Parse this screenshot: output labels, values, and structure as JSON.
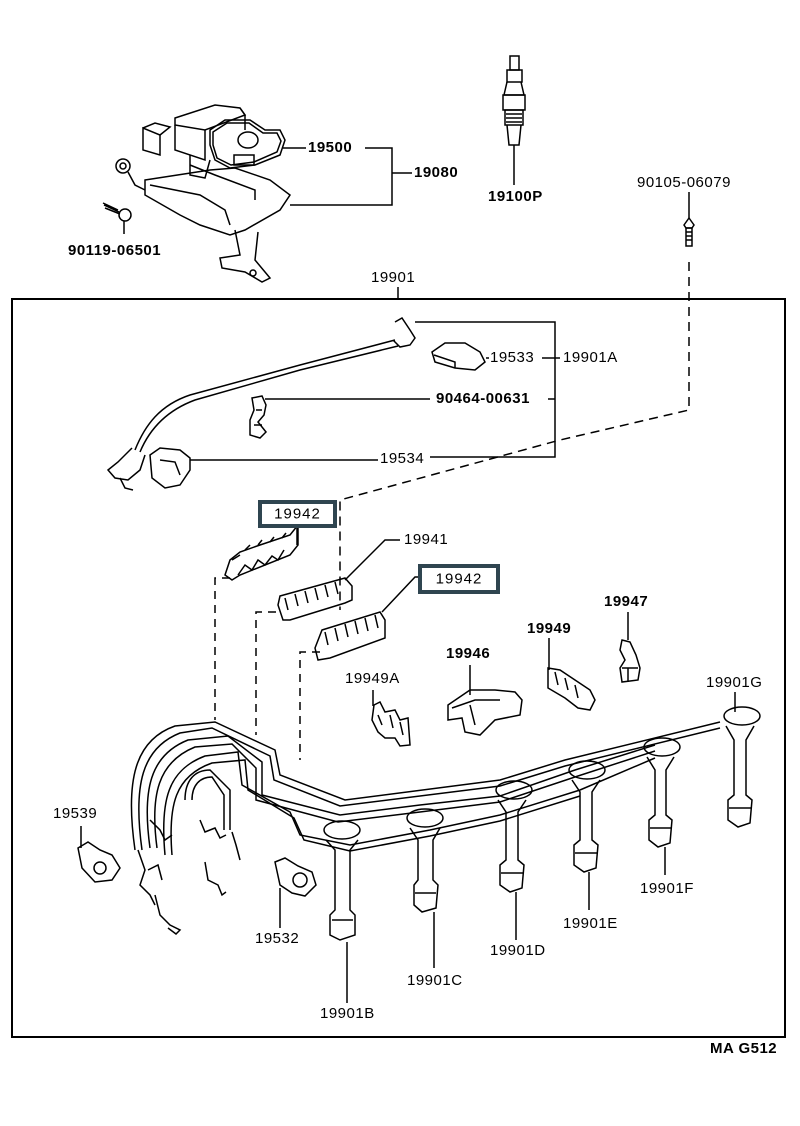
{
  "diagram": {
    "title": "Ignition coil, spark plug and high-tension cord set",
    "code": "MA G512",
    "highlight_color": "#2f4550",
    "parts": [
      {
        "id": "19500",
        "name": "ignition-coil"
      },
      {
        "id": "19080",
        "name": "coil-assembly-group"
      },
      {
        "id": "90119-06501",
        "name": "bolt"
      },
      {
        "id": "19100P",
        "name": "spark-plug"
      },
      {
        "id": "90105-06079",
        "name": "bolt-clamp"
      },
      {
        "id": "19901",
        "name": "cord-set"
      },
      {
        "id": "19533",
        "name": "cap"
      },
      {
        "id": "19901A",
        "name": "coil-cord"
      },
      {
        "id": "90464-00631",
        "name": "clamp"
      },
      {
        "id": "19534",
        "name": "cap"
      },
      {
        "id": "19942",
        "name": "cord-clamp",
        "highlighted": true
      },
      {
        "id": "19941",
        "name": "cord-clamp"
      },
      {
        "id": "19947",
        "name": "cord-clamp"
      },
      {
        "id": "19949",
        "name": "cord-clamp"
      },
      {
        "id": "19946",
        "name": "cord-clamp"
      },
      {
        "id": "19949A",
        "name": "cord-clamp"
      },
      {
        "id": "19901G",
        "name": "cord-no6"
      },
      {
        "id": "19539",
        "name": "cap"
      },
      {
        "id": "19901F",
        "name": "cord-no5"
      },
      {
        "id": "19532",
        "name": "cap"
      },
      {
        "id": "19901E",
        "name": "cord-no4"
      },
      {
        "id": "19901D",
        "name": "cord-no3"
      },
      {
        "id": "19901C",
        "name": "cord-no2"
      },
      {
        "id": "19901B",
        "name": "cord-no1"
      }
    ]
  },
  "labels": {
    "l19500": "19500",
    "l19080": "19080",
    "l90119": "90119-06501",
    "l19100P": "19100P",
    "l90105": "90105-06079",
    "l19901": "19901",
    "l19533": "19533",
    "l19901A": "19901A",
    "l90464": "90464-00631",
    "l19534": "19534",
    "l19942a": "19942",
    "l19941": "19941",
    "l19942b": "19942",
    "l19947": "19947",
    "l19949": "19949",
    "l19946": "19946",
    "l19949A": "19949A",
    "l19901G": "19901G",
    "l19539": "19539",
    "l19901F": "19901F",
    "l19532": "19532",
    "l19901E": "19901E",
    "l19901D": "19901D",
    "l19901C": "19901C",
    "l19901B": "19901B",
    "code": "MA G512"
  }
}
